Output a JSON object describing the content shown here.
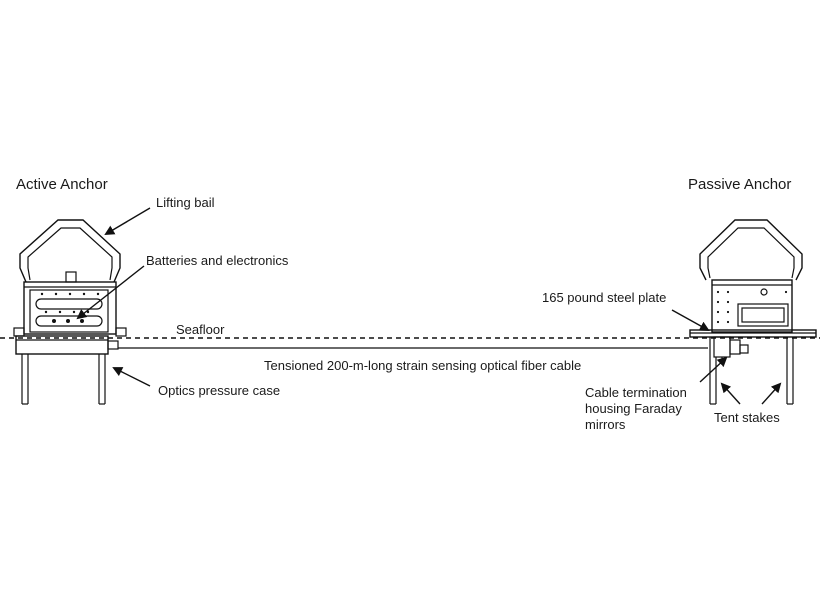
{
  "diagram": {
    "active_anchor": {
      "title": "Active Anchor",
      "lifting_bail": "Lifting bail",
      "batteries": "Batteries and electronics",
      "optics_case": "Optics pressure case"
    },
    "seafloor": "Seafloor",
    "cable": "Tensioned 200-m-long strain sensing optical fiber cable",
    "passive_anchor": {
      "title": "Passive Anchor",
      "steel_plate": "165 pound steel plate",
      "cable_termination": "Cable termination housing Faraday mirrors",
      "tent_stakes": "Tent stakes"
    }
  }
}
